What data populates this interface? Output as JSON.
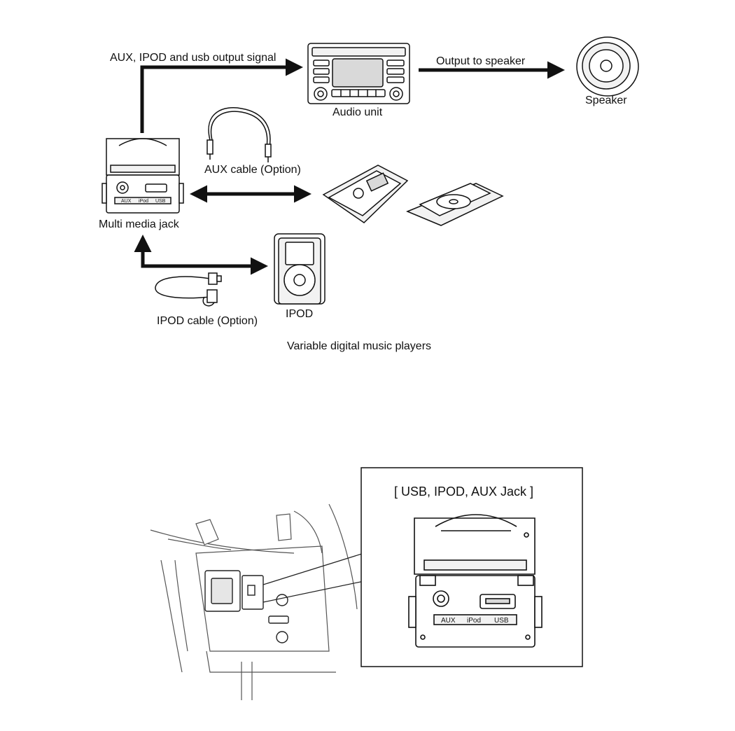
{
  "labels": {
    "aux_ipod_usb_output": "AUX, IPOD and usb output signal",
    "output_to_speaker": "Output to speaker",
    "audio_unit": "Audio unit",
    "speaker": "Speaker",
    "aux_cable": "AUX cable (Option)",
    "multi_media_jack": "Multi media jack",
    "ipod_cable": "IPOD cable (Option)",
    "ipod": "IPOD",
    "variable_players": "Variable digital music players"
  },
  "inset": {
    "title": "[ USB, IPOD, AUX Jack ]",
    "port_labels": [
      "AUX",
      "iPod",
      "USB"
    ]
  },
  "jack_small_labels": [
    "AUX",
    "iPod",
    "USB"
  ],
  "colors": {
    "line": "#111111",
    "background": "#ffffff",
    "fill_light": "#f2f2f2",
    "fill_mid": "#d9d9d9"
  }
}
